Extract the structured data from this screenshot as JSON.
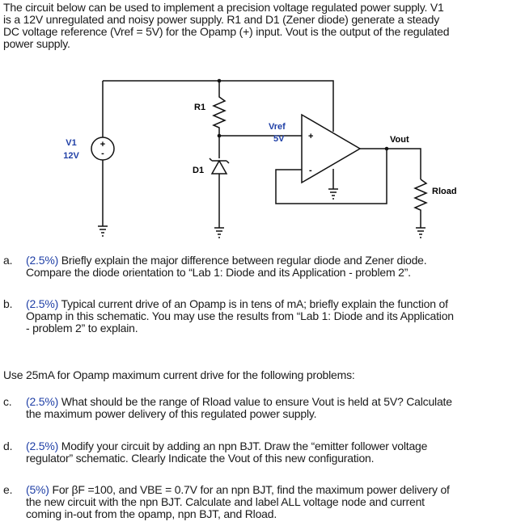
{
  "intro": {
    "lines": [
      "The circuit below can be used to implement a precision voltage regulated power supply. V1",
      "is a 12V unregulated and noisy power supply. R1 and D1 (Zener diode) generate a steady",
      "DC voltage reference (Vref = 5V) for the Opamp (+) input. Vout is the output of the regulated",
      "power supply."
    ]
  },
  "schematic": {
    "v1_label": "V1",
    "v1_value": "12V",
    "r1_label": "R1",
    "d1_label": "D1",
    "vref_label": "Vref",
    "vref_value": "5V",
    "vout_label": "Vout",
    "rload_label": "Rload",
    "opamp_plus": "+",
    "opamp_minus": "-",
    "source_sign": "+"
  },
  "questions_top": [
    {
      "letter": "a.",
      "points": "(2.5%)",
      "lines": [
        "Briefly explain the major difference between regular diode and Zener diode.",
        "Compare the diode orientation to “Lab 1: Diode and its Application - problem 2”."
      ]
    },
    {
      "letter": "b.",
      "points": "(2.5%)",
      "lines": [
        "Typical current drive of an Opamp is in tens of mA; briefly explain the function of",
        "Opamp in this schematic. You may use the results from “Lab 1: Diode and its Application",
        "- problem 2” to explain."
      ]
    }
  ],
  "middle_text": "Use 25mA for Opamp maximum current drive for the following problems:",
  "questions_bottom": [
    {
      "letter": "c.",
      "points": "(2.5%)",
      "lines": [
        "What should be the range of Rload value to ensure Vout is held at 5V? Calculate",
        "the maximum power delivery of this regulated power supply."
      ]
    },
    {
      "letter": "d.",
      "points": "(2.5%)",
      "lines": [
        "Modify your circuit by adding an npn BJT. Draw the “emitter follower voltage",
        "regulator” schematic. Clearly Indicate the Vout of this new configuration."
      ]
    },
    {
      "letter": "e.",
      "points": "(5%)",
      "lines": [
        "For βF =100, and VBE = 0.7V for an npn BJT, find the maximum power delivery of",
        "the new circuit with the npn BJT. Calculate and label ALL voltage node and current",
        "coming in-out from the opamp, npn BJT, and Rload."
      ]
    }
  ]
}
